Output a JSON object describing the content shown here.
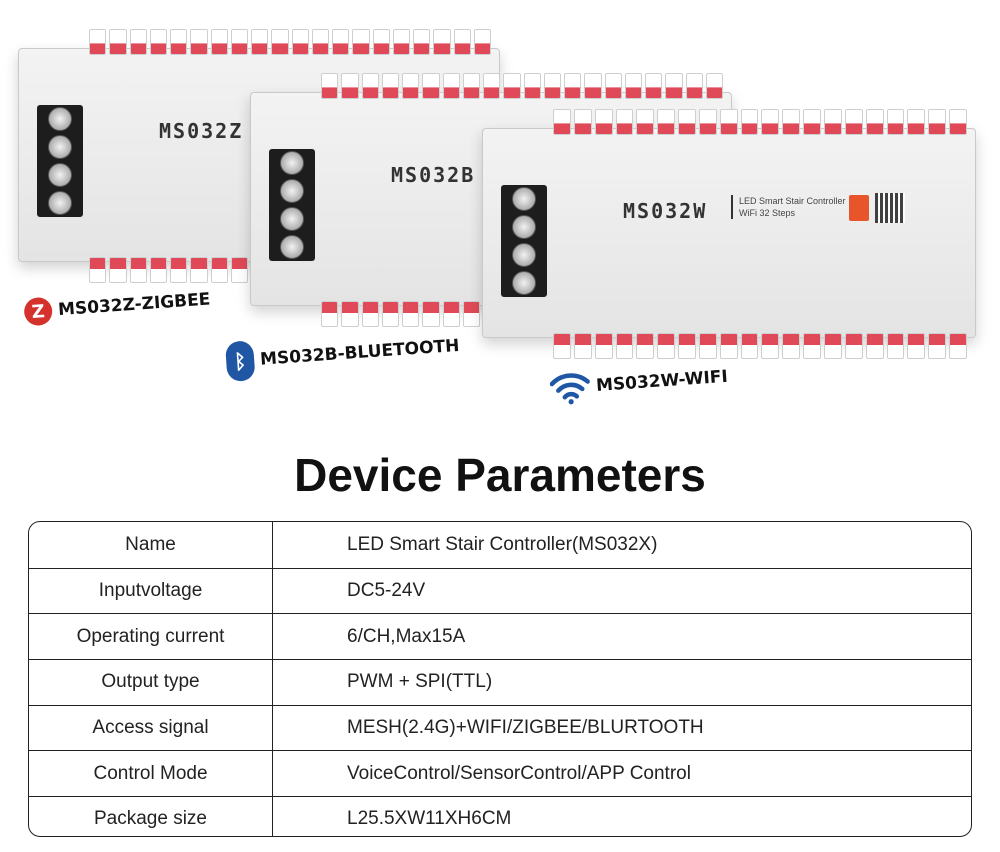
{
  "devices": [
    {
      "id": "z",
      "model": "MS032Z",
      "caption": "MS032Z-ZIGBEE",
      "logo_icon": "zigbee-icon",
      "logo_color": "#d6322d"
    },
    {
      "id": "b",
      "model": "MS032B",
      "caption": "MS032B-BLUETOOTH",
      "logo_icon": "bluetooth-icon",
      "logo_color": "#1f57a5"
    },
    {
      "id": "w",
      "model": "MS032W",
      "caption": "MS032W-WIFI",
      "logo_icon": "wifi-icon",
      "logo_color": "#1f57a5",
      "label_line1": "LED Smart Stair Controller",
      "label_line2": "WiFi 32 Steps"
    }
  ],
  "section_title": "Device Parameters",
  "parameters": [
    {
      "name": "Name",
      "value": "LED Smart Stair Controller(MS032X)"
    },
    {
      "name": "Inputvoltage",
      "value": "DC5-24V"
    },
    {
      "name": "Operating current",
      "value": "6/CH,Max15A"
    },
    {
      "name": "Output type",
      "value": "PWM + SPI(TTL)"
    },
    {
      "name": "Access signal",
      "value": "MESH(2.4G)+WIFI/ZIGBEE/BLURTOOTH"
    },
    {
      "name": "Control Mode",
      "value": "VoiceControl/SensorControl/APP Control"
    },
    {
      "name": "Package size",
      "value": "L25.5XW11XH6CM"
    }
  ]
}
